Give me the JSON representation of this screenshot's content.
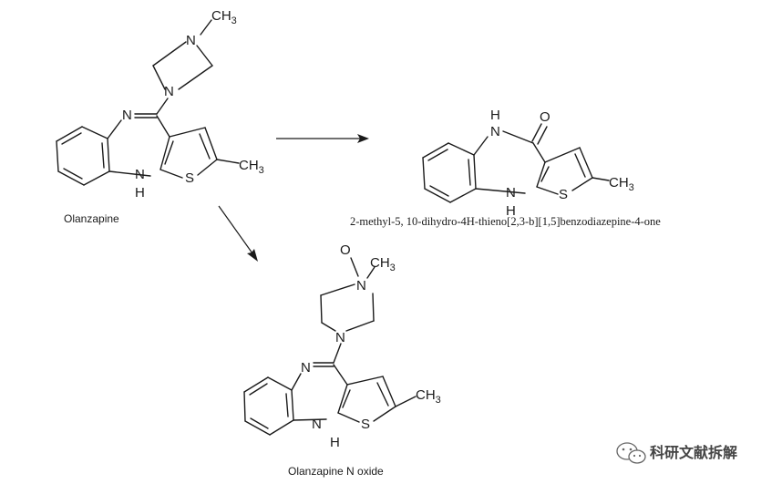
{
  "molecules": {
    "olanzapine": {
      "caption": "Olanzapine",
      "atoms": {
        "n_methyl": "N",
        "n_piperazine": "N",
        "n_imine": "N",
        "nh_n": "N",
        "nh_h": "H",
        "s": "S",
        "ch3_thiophene": "CH",
        "ch3_piperazine": "CH",
        "sub_3": "3"
      }
    },
    "product_lactam": {
      "caption": "2-methyl-5, 10-dihydro-4H-thieno[2,3-b][1,5]benzodiazepine-4-one",
      "atoms": {
        "nh_top_h": "H",
        "nh_top_n": "N",
        "o": "O",
        "nh_bottom_n": "N",
        "nh_bottom_h": "H",
        "s": "S",
        "ch3": "CH",
        "sub_3": "3"
      }
    },
    "n_oxide": {
      "caption": "Olanzapine N oxide",
      "atoms": {
        "o": "O",
        "n_oxide": "N",
        "n_piperazine": "N",
        "n_imine": "N",
        "nh_n": "N",
        "nh_h": "H",
        "s": "S",
        "ch3_thiophene": "CH",
        "ch3_piperazine": "CH",
        "sub_3": "3"
      }
    }
  },
  "watermark": {
    "text": "科研文献拆解",
    "icon": "wechat-icon"
  }
}
